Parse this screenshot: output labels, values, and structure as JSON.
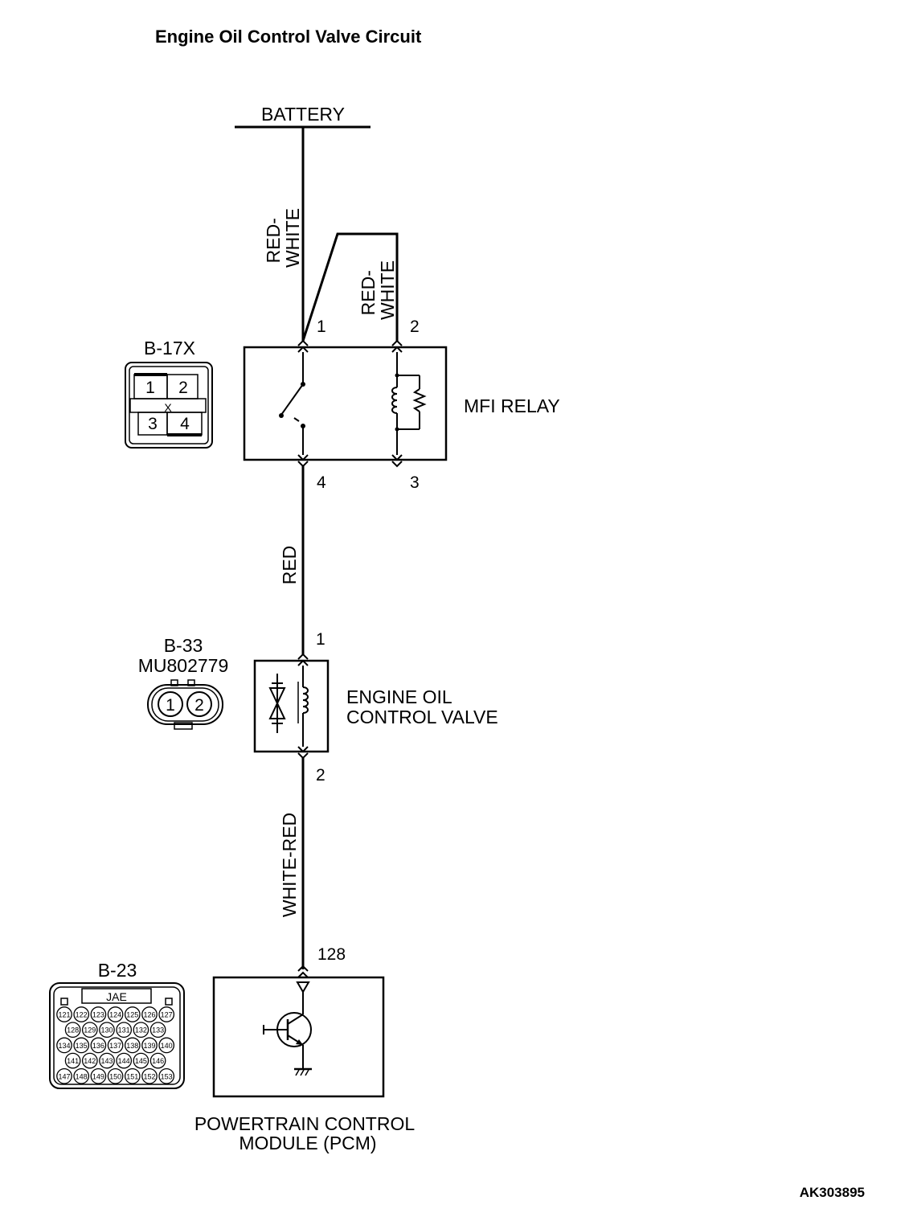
{
  "title": "Engine Oil Control Valve Circuit",
  "figure_id": "AK303895",
  "battery": {
    "label": "BATTERY"
  },
  "wires": {
    "battery_to_relay": "RED-\nWHITE",
    "relay_coil_feed": "RED-\nWHITE",
    "relay_to_valve": "RED",
    "valve_to_pcm": "WHITE-RED"
  },
  "mfi_relay": {
    "label": "MFI RELAY",
    "connector": "B-17X",
    "pins": {
      "p1": "1",
      "p2": "2",
      "p3": "3",
      "p4": "4"
    },
    "connector_pins": [
      "1",
      "2",
      "3",
      "4"
    ],
    "connector_mark": "X"
  },
  "oil_valve": {
    "label_line1": "ENGINE OIL",
    "label_line2": "CONTROL VALVE",
    "connector": "B-33",
    "part_number": "MU802779",
    "pins": {
      "p1": "1",
      "p2": "2"
    },
    "connector_pins": [
      "1",
      "2"
    ]
  },
  "pcm": {
    "label_line1": "POWERTRAIN CONTROL",
    "label_line2": "MODULE (PCM)",
    "connector": "B-23",
    "pin": "128",
    "connector_maker": "JAE",
    "connector_rows": [
      [
        "121",
        "122",
        "123",
        "124",
        "125",
        "126",
        "127"
      ],
      [
        "128",
        "129",
        "130",
        "131",
        "132",
        "133"
      ],
      [
        "134",
        "135",
        "136",
        "137",
        "138",
        "139",
        "140"
      ],
      [
        "141",
        "142",
        "143",
        "144",
        "145",
        "146"
      ],
      [
        "147",
        "148",
        "149",
        "150",
        "151",
        "152",
        "153"
      ]
    ]
  }
}
